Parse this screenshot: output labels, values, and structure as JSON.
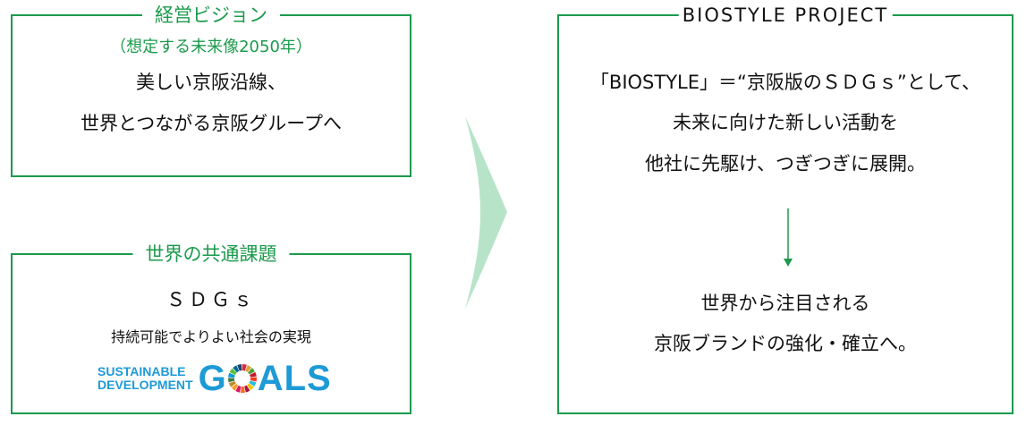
{
  "vision": {
    "title": "経営ビジョン",
    "subtitle": "（想定する未来像2050年）",
    "lines": [
      "美しい京阪沿線、",
      "世界とつながる京阪グループへ"
    ]
  },
  "issue": {
    "title": "世界の共通課題",
    "heading": "ＳＤＧｓ",
    "description": "持続可能でよりよい社会の実現",
    "logo": {
      "line1": "SUSTAINABLE",
      "line2": "DEVELOPMENT",
      "goals_g": "G",
      "goals_rest": "ALS"
    }
  },
  "project": {
    "title": "BIOSTYLE PROJECT",
    "lines": [
      "「BIOSTYLE」＝“京阪版のＳＤＧｓ”として、",
      "未来に向けた新しい活動を",
      "他社に先駆け、つぎつぎに展開。"
    ],
    "result_lines": [
      "世界から注目される",
      "京阪ブランドの強化・確立へ。"
    ]
  },
  "colors": {
    "accent": "#1c9a4c",
    "arrow": "#b7e4c9",
    "sdgs_blue": "#1e9ad6"
  }
}
